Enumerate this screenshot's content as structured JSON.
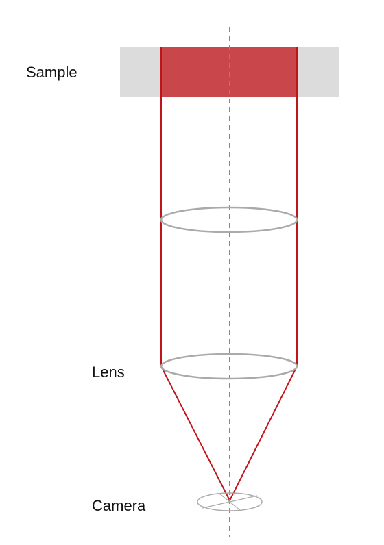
{
  "labels": {
    "sample": "Sample",
    "lens": "Lens",
    "camera": "Camera"
  },
  "colors": {
    "beam": "#c0141a",
    "sample_region": "#c9464b",
    "sample_slab": "#dcdcdc",
    "lens": "#aaaaaa",
    "axis": "#888888",
    "text": "#111111"
  }
}
